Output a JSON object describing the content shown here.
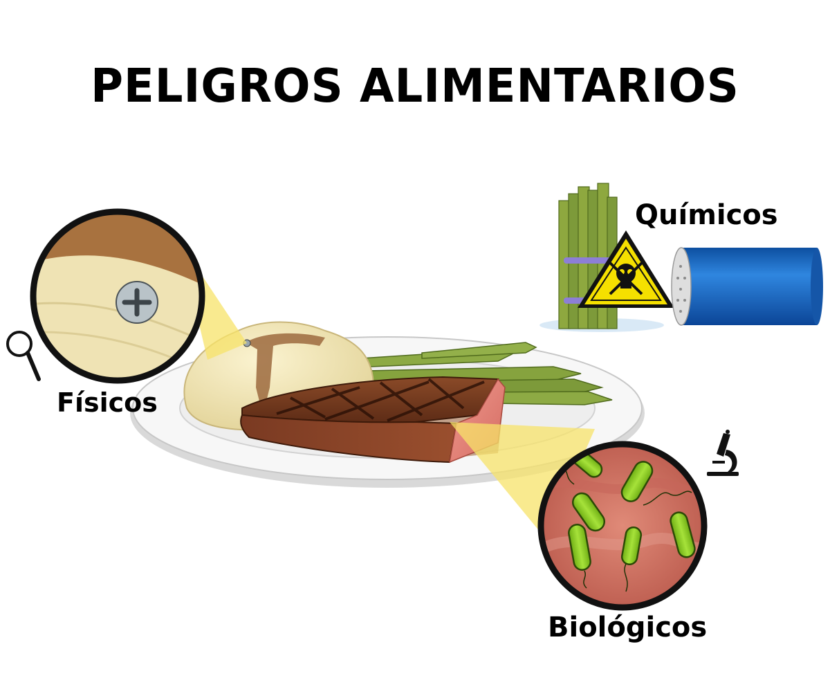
{
  "title": "PELIGROS ALIMENTARIOS",
  "categories": [
    {
      "key": "fisicos",
      "label": "Físicos",
      "icon": "magnifying-glass-icon",
      "zoom_content": "screw in mashed potatoes"
    },
    {
      "key": "quimicos",
      "label": "Químicos",
      "icon": "poison-warning-icon",
      "zoom_content": "chemical container next to asparagus"
    },
    {
      "key": "biologicos",
      "label": "Biológicos",
      "icon": "microscope-icon",
      "zoom_content": "bacteria on meat"
    }
  ],
  "illustration": {
    "dish": [
      "steak",
      "mashed potatoes with gravy",
      "asparagus",
      "white plate"
    ]
  },
  "colors": {
    "highlight_cone": "#f7e36a",
    "warning_yellow": "#f5e000",
    "container_blue": "#1f6fc7",
    "bacteria_green": "#8ccc1e",
    "meat_pink": "#c9685a",
    "asparagus_green": "#7d9a3a"
  }
}
